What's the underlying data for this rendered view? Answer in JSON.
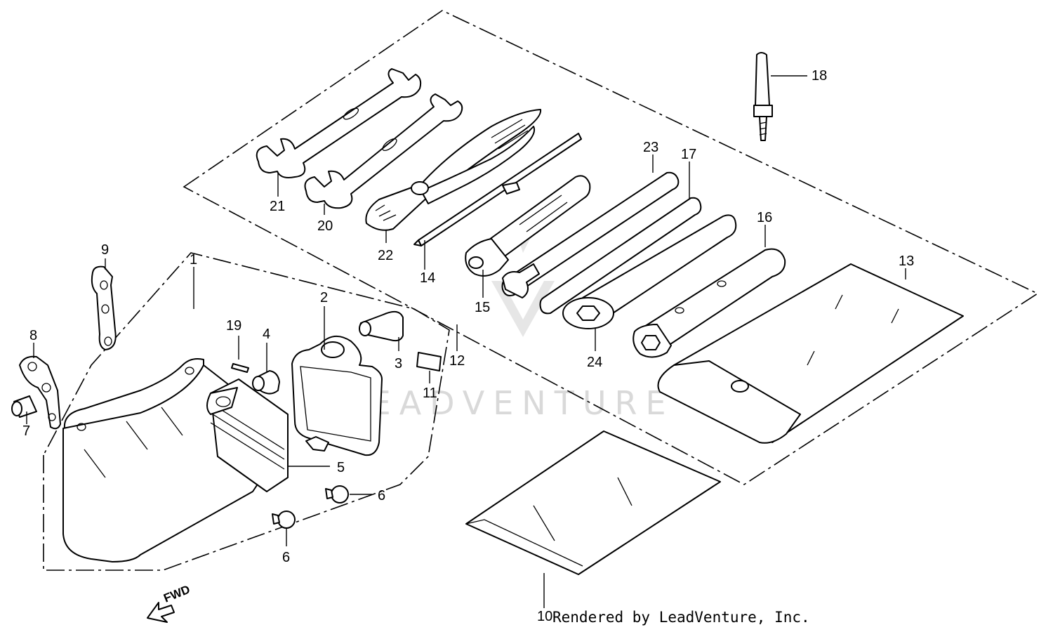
{
  "watermark": "LEADVENTURE",
  "caption": "Rendered by LeadVenture, Inc.",
  "direction_label": "FWD",
  "callouts": {
    "c1": "1",
    "c2": "2",
    "c3": "3",
    "c4": "4",
    "c5": "5",
    "c6a": "6",
    "c6b": "6",
    "c7": "7",
    "c8": "8",
    "c9": "9",
    "c10": "10",
    "c11": "11",
    "c12": "12",
    "c13": "13",
    "c14": "14",
    "c15": "15",
    "c16": "16",
    "c17": "17",
    "c18": "18",
    "c19": "19",
    "c20": "20",
    "c21": "21",
    "c22": "22",
    "c23": "23",
    "c24": "24"
  }
}
